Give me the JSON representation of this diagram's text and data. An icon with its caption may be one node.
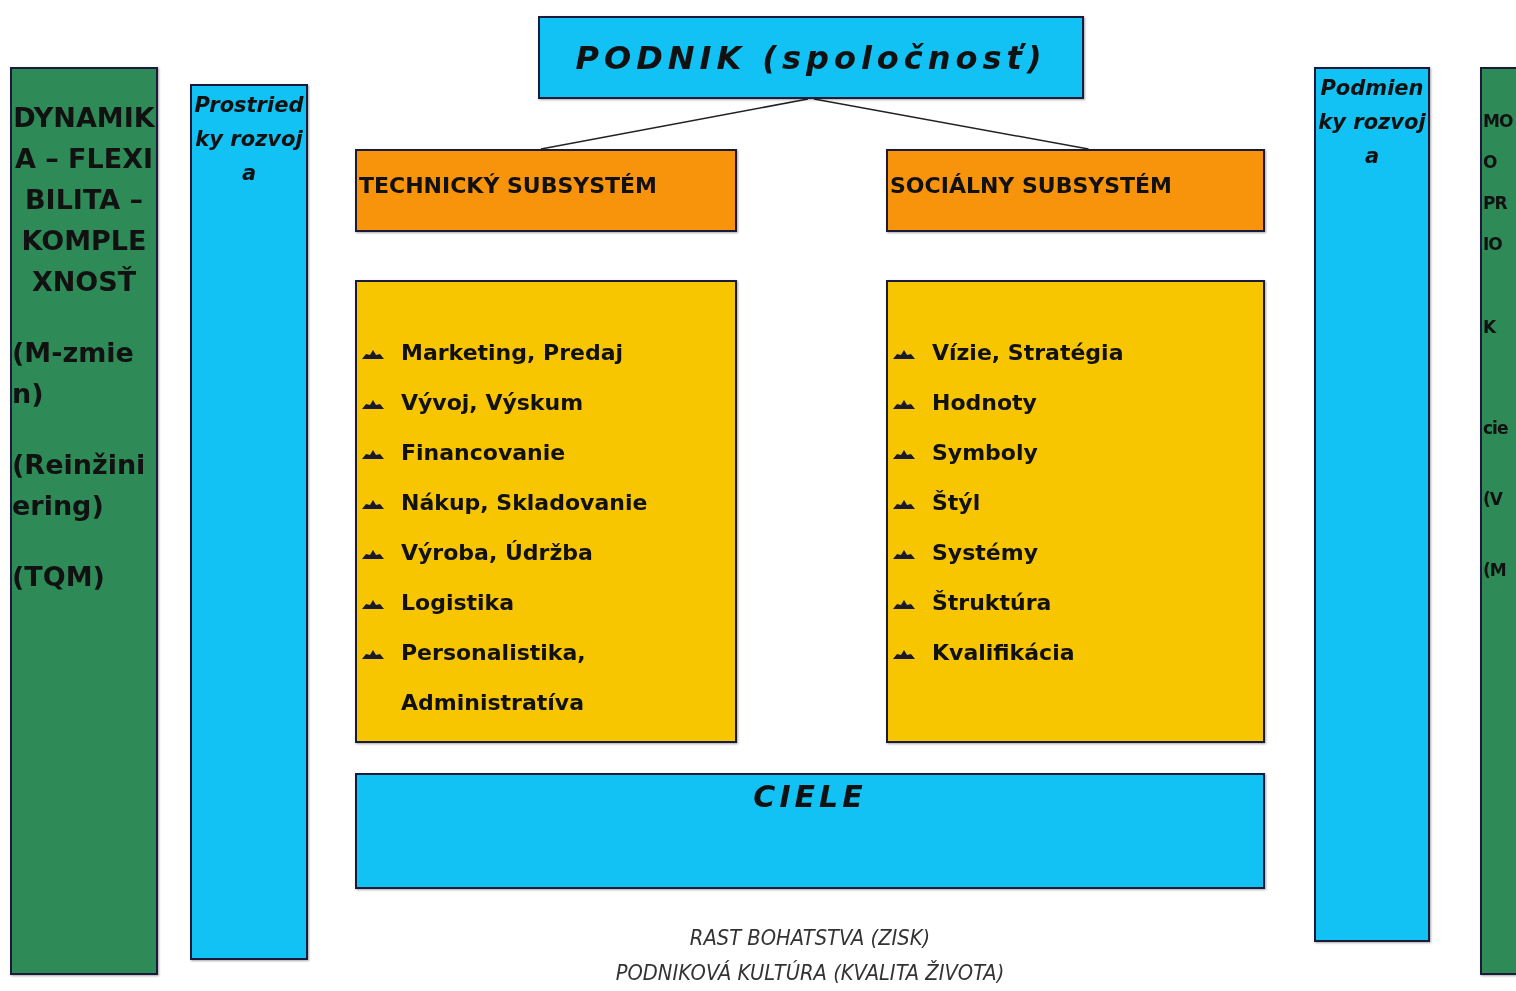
{
  "diagram": {
    "nodes": [
      {
        "text": [
          "DYNAMIKA – FLEXIBILITA – KOMPLEXNOSŤ",
          "(M-zmien)",
          "(Reinžiniering)",
          "(TQM)"
        ]
      },
      {
        "text": [
          "Prostriedky rozvoja"
        ]
      },
      {
        "text": [
          "PODNIK (spoločnosť)"
        ]
      },
      {
        "text": [
          "TECHNICKÝ SUBSYSTÉM"
        ]
      },
      {
        "text": [
          "SOCIÁLNY SUBSYSTÉM"
        ]
      },
      {
        "text": [
          "Marketing, Predaj",
          "Vývoj, Výskum",
          "Financovanie",
          "Nákup, Skladovanie",
          "Výroba, Údržba",
          "Logistika",
          "Personalistika, Administratíva"
        ]
      },
      {
        "text": [
          "Vízie, Stratégia",
          "Hodnoty",
          "Symboly",
          "Štýl",
          "Systémy",
          "Štruktúra",
          "Kvalifikácia"
        ]
      },
      {
        "text": [
          "CIELE"
        ]
      },
      {
        "text": [
          "Podmienky rozvoja"
        ]
      },
      {
        "text": [
          "MO",
          "O",
          "PR",
          "IO",
          "K",
          "cie",
          "(V",
          "(M"
        ]
      }
    ],
    "edges": [
      {
        "from": 2,
        "to": 3,
        "arrow": "none"
      },
      {
        "from": 2,
        "to": 4,
        "arrow": "none"
      }
    ],
    "labels": [
      "RAST BOHATSTVA (ZISK)",
      "PODNIKOVÁ KULTÚRA (KVALITA ŽIVOTA)"
    ]
  }
}
